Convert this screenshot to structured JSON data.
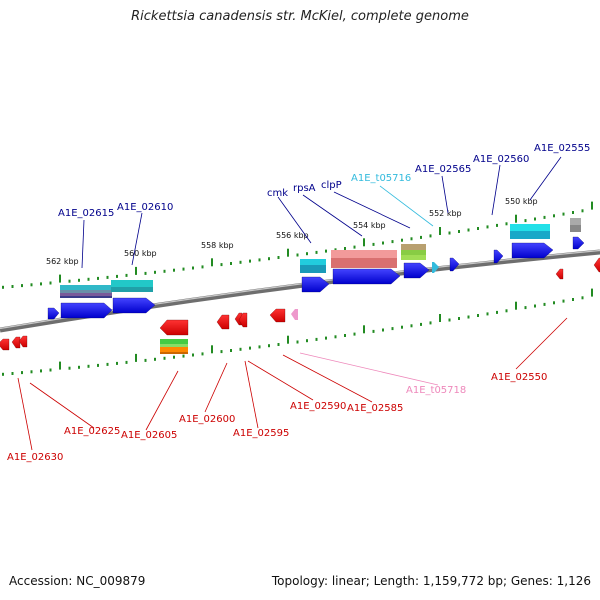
{
  "title": "Rickettsia canadensis str. McKiel, complete genome",
  "accession": "Accession: NC_009879",
  "summary": "Topology: linear; Length: 1,159,772 bp; Genes: 1,126",
  "colors": {
    "forward_label": "#00008b",
    "reverse_label": "#cc0000",
    "trna_forward": "#33bbdd",
    "trna_reverse": "#ee88bb",
    "tick": "#228b22",
    "backbone": "#808080"
  },
  "scale_labels": [
    "562 kbp",
    "560 kbp",
    "558 kbp",
    "556 kbp",
    "554 kbp",
    "552 kbp",
    "550 kbp"
  ],
  "forward_genes": [
    "A1E_02615",
    "A1E_02610",
    "cmk",
    "rpsA",
    "clpP",
    "A1E_t05716",
    "A1E_02565",
    "A1E_02560",
    "A1E_02555"
  ],
  "reverse_genes": [
    "A1E_02630",
    "A1E_02625",
    "A1E_02605",
    "A1E_02600",
    "A1E_02595",
    "A1E_02590",
    "A1E_02585",
    "A1E_t05718",
    "A1E_02550"
  ]
}
